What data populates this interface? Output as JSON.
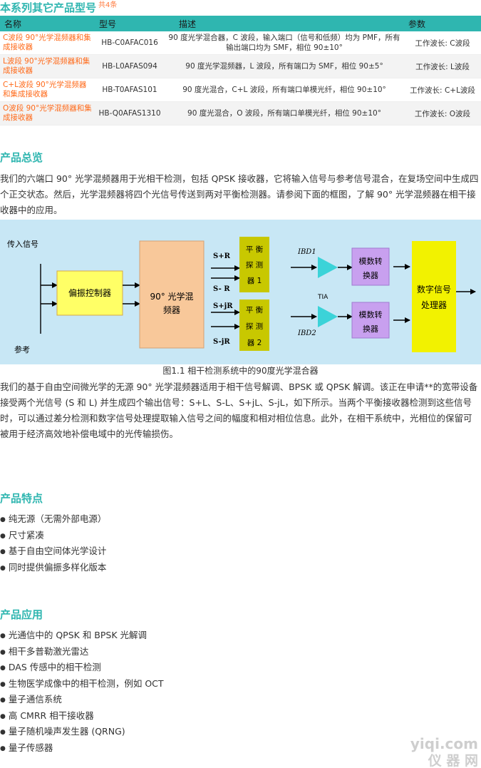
{
  "series_section": {
    "title": "本系列其它产品型号",
    "count": "共4条",
    "headers": [
      "名称",
      "型号",
      "描述",
      "参数"
    ],
    "rows": [
      {
        "name": "C波段 90°光学混频器和集成接收器",
        "model": "HB-C0AFAC016",
        "desc": "90 度光学混合器，C 波段，输入端口（信号和低频）均为 PMF，所有输出端口均为 SMF，相位 90±10°",
        "param": "工作波长: C波段"
      },
      {
        "name": "L波段 90°光学混频器和集成接收器",
        "model": "HB-L0AFAS094",
        "desc": "90 度光学混频器，L 波段，所有端口为 SMF，相位 90±5°",
        "param": "工作波长: L波段"
      },
      {
        "name": "C+L波段 90°光学混频器和集成接收器",
        "model": "HB-T0AFAS101",
        "desc": "90 度光混合，C+L 波段，所有端口单模光纤，相位 90±10°",
        "param": "工作波长: C+L波段"
      },
      {
        "name": "O波段 90°光学混频器和集成接收器",
        "model": "HB-Q0AFAS1310",
        "desc": "90 度光混合，O 波段，所有端口单模光纤，相位 90±10°",
        "param": "工作波长: O波段"
      }
    ]
  },
  "overview": {
    "title": "产品总览",
    "paragraph1": "我们的六端口 90° 光学混频器用于光相干检测，包括 QPSK 接收器，它将输入信号与参考信号混合，在复场空间中生成四个正交状态。然后，光学混频器将四个光信号传送到两对平衡检测器。请参阅下面的框图，了解 90° 光学混频器在相干接收器中的应用。",
    "figure_caption": "图1.1 相干检测系统中的90度光学混合器",
    "paragraph2": "我们的基于自由空间微光学的无源 90° 光学混频器适用于相干信号解调、BPSK 或 QPSK 解调。该正在申请**的宽带设备接受两个光信号 (S 和 L) 并生成四个输出信号：S+L、S-L、S+jL、S-jL，如下所示。当两个平衡接收器检测到这些信号时，可以通过差分检测和数字信号处理提取输入信号之间的幅度和相对相位信息。此外，在相干系统中，光相位的保留可被用于经济高效地补偿电域中的光传输损伤。"
  },
  "diagram": {
    "input_signal": "传入信号",
    "reference": "参考",
    "polarization_controller": "偏振控制器",
    "hybrid_line1": "90° 光学混",
    "hybrid_line2": "频器",
    "out1_label": "S+R",
    "out2_label": "S- R",
    "out3_label": "S+jR",
    "out4_label": "S-jR",
    "bd1_lines": [
      "平 衡",
      "探 测",
      "器 1"
    ],
    "bd2_lines": [
      "平 衡",
      "探 测",
      "器 2"
    ],
    "ibd1": "IBD1",
    "ibd2": "IBD2",
    "tia": "TIA",
    "adc1_lines": [
      "模数转",
      "换器"
    ],
    "adc2_lines": [
      "模数转",
      "换器"
    ],
    "dsp_lines": [
      "数字信号",
      "处理器"
    ]
  },
  "features": {
    "title": "产品特点",
    "items": [
      "纯无源（无需外部电源）",
      "尺寸紧凑",
      "基于自由空间体光学设计",
      "同时提供偏振多样化版本"
    ]
  },
  "applications": {
    "title": "产品应用",
    "items": [
      "光通信中的 QPSK 和 BPSK 光解调",
      "相干多普勒激光雷达",
      "DAS 传感中的相干检测",
      "生物医学成像中的相干检测，例如 OCT",
      "量子通信系统",
      "高 CMRR 相干接收器",
      "量子随机噪声发生器 (QRNG)",
      "量子传感器"
    ]
  },
  "watermark": {
    "line1": "yiqi.com",
    "line2": "仪 器 网"
  },
  "colors": {
    "accent": "#2fb6b0",
    "product_link": "#ff6a1a",
    "diagram_bg": "#c8e7f5",
    "yellow_box": "#ffff66",
    "hybrid_box": "#f8c89a",
    "olive_box": "#c8c800",
    "adc_box": "#c8a0ef",
    "dsp_box": "#f2f200",
    "tia": "#3bd3d8"
  }
}
